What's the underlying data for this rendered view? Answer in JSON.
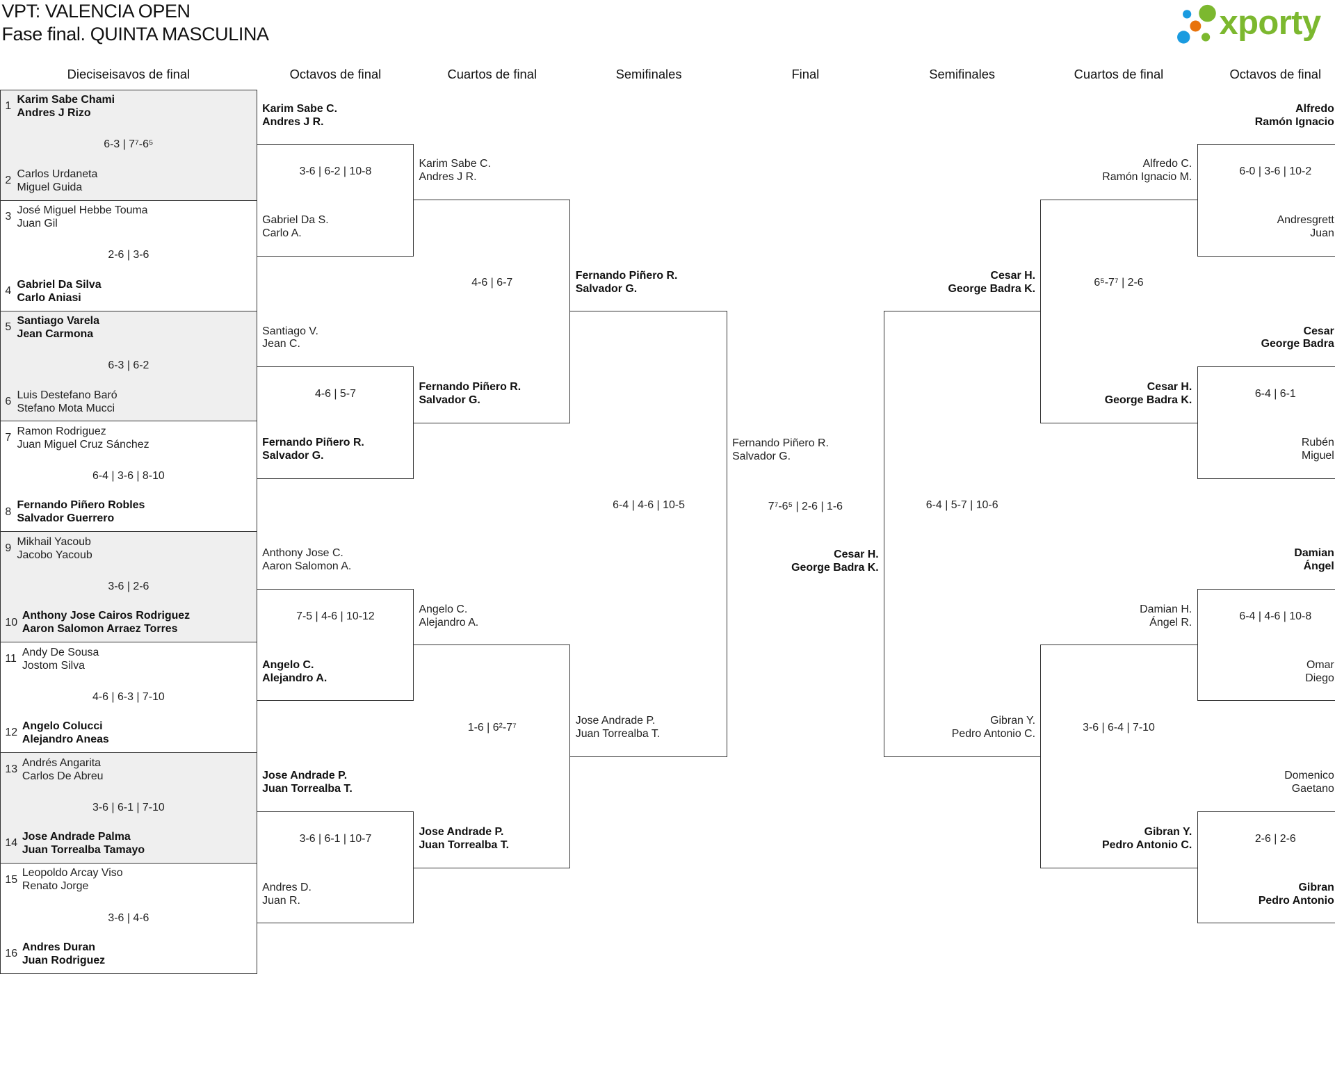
{
  "header": {
    "title": "VPT: VALENCIA OPEN",
    "subtitle": "Fase final. QUINTA MASCULINA",
    "logo_text": "xporty"
  },
  "colors": {
    "logo_green": "#7cb82f",
    "logo_blue": "#1a9be0",
    "logo_orange": "#e8730c",
    "row_gray": "#efefef",
    "line": "#333333"
  },
  "round_headers": [
    "Dieciseisavos de final",
    "Octavos de final",
    "Cuartos de final",
    "Semifinales",
    "Final",
    "Semifinales",
    "Cuartos de final",
    "Octavos de final"
  ],
  "r1": [
    {
      "top": {
        "seed": "1",
        "names": [
          "Karim Sabe Chami",
          "Andres J Rizo"
        ],
        "winner": true
      },
      "bottom": {
        "seed": "2",
        "names": [
          "Carlos Urdaneta",
          "Miguel Guida"
        ],
        "winner": false
      },
      "score": "6-3 | 7⁷-6⁵"
    },
    {
      "top": {
        "seed": "3",
        "names": [
          "José Miguel Hebbe Touma",
          "Juan Gil"
        ],
        "winner": false
      },
      "bottom": {
        "seed": "4",
        "names": [
          "Gabriel Da Silva",
          "Carlo Aniasi"
        ],
        "winner": true
      },
      "score": "2-6 | 3-6"
    },
    {
      "top": {
        "seed": "5",
        "names": [
          "Santiago Varela",
          "Jean Carmona"
        ],
        "winner": true
      },
      "bottom": {
        "seed": "6",
        "names": [
          "Luis Destefano Baró",
          "Stefano Mota Mucci"
        ],
        "winner": false
      },
      "score": "6-3 | 6-2"
    },
    {
      "top": {
        "seed": "7",
        "names": [
          "Ramon Rodriguez",
          "Juan Miguel Cruz Sánchez"
        ],
        "winner": false
      },
      "bottom": {
        "seed": "8",
        "names": [
          "Fernando Piñero Robles",
          "Salvador Guerrero"
        ],
        "winner": true
      },
      "score": "6-4 | 3-6 | 8-10"
    },
    {
      "top": {
        "seed": "9",
        "names": [
          "Mikhail Yacoub",
          "Jacobo Yacoub"
        ],
        "winner": false
      },
      "bottom": {
        "seed": "10",
        "names": [
          "Anthony Jose Cairos Rodriguez",
          "Aaron Salomon Arraez Torres"
        ],
        "winner": true
      },
      "score": "3-6 | 2-6"
    },
    {
      "top": {
        "seed": "11",
        "names": [
          "Andy De Sousa",
          "Jostom Silva"
        ],
        "winner": false
      },
      "bottom": {
        "seed": "12",
        "names": [
          "Angelo Colucci",
          "Alejandro Aneas"
        ],
        "winner": true
      },
      "score": "4-6 | 6-3 | 7-10"
    },
    {
      "top": {
        "seed": "13",
        "names": [
          "Andrés Angarita",
          "Carlos De Abreu"
        ],
        "winner": false
      },
      "bottom": {
        "seed": "14",
        "names": [
          "Jose Andrade Palma",
          "Juan Torrealba Tamayo"
        ],
        "winner": true
      },
      "score": "3-6 | 6-1 | 7-10"
    },
    {
      "top": {
        "seed": "15",
        "names": [
          "Leopoldo Arcay Viso",
          "Renato Jorge"
        ],
        "winner": false
      },
      "bottom": {
        "seed": "16",
        "names": [
          "Andres Duran",
          "Juan Rodriguez"
        ],
        "winner": true
      },
      "score": "3-6 | 4-6"
    }
  ],
  "r2_left": [
    {
      "top": {
        "names": [
          "Karim Sabe C.",
          "Andres J R."
        ],
        "winner": true
      },
      "bottom": {
        "names": [
          "Gabriel Da S.",
          "Carlo A."
        ],
        "winner": false
      },
      "score": "3-6 | 6-2 | 10-8"
    },
    {
      "top": {
        "names": [
          "Santiago V.",
          "Jean C."
        ],
        "winner": false
      },
      "bottom": {
        "names": [
          "Fernando Piñero R.",
          "Salvador G."
        ],
        "winner": true
      },
      "score": "4-6 | 5-7"
    },
    {
      "top": {
        "names": [
          "Anthony Jose C.",
          "Aaron Salomon A."
        ],
        "winner": false
      },
      "bottom": {
        "names": [
          "Angelo C.",
          "Alejandro A."
        ],
        "winner": true
      },
      "score": "7-5 | 4-6 | 10-12"
    },
    {
      "top": {
        "names": [
          "Jose Andrade P.",
          "Juan Torrealba T."
        ],
        "winner": true
      },
      "bottom": {
        "names": [
          "Andres D.",
          "Juan R."
        ],
        "winner": false
      },
      "score": "3-6 | 6-1 | 10-7"
    }
  ],
  "r3_left": [
    {
      "top": {
        "names": [
          "Karim Sabe C.",
          "Andres J R."
        ],
        "winner": false
      },
      "bottom": {
        "names": [
          "Fernando Piñero R.",
          "Salvador G."
        ],
        "winner": true
      },
      "score": "4-6 | 6-7"
    },
    {
      "top": {
        "names": [
          "Angelo C.",
          "Alejandro A."
        ],
        "winner": false
      },
      "bottom": {
        "names": [
          "Jose Andrade P.",
          "Juan Torrealba T."
        ],
        "winner": true
      },
      "score": "1-6 | 6²-7⁷"
    }
  ],
  "r4_left": [
    {
      "top": {
        "names": [
          "Fernando Piñero R.",
          "Salvador G."
        ],
        "winner": true
      },
      "bottom": {
        "names": [
          "Jose Andrade P.",
          "Juan Torrealba T."
        ],
        "winner": false
      },
      "score": "6-4 | 4-6 | 10-5"
    }
  ],
  "final": {
    "top": {
      "names": [
        "Fernando Piñero R.",
        "Salvador G."
      ],
      "winner": false
    },
    "bottom": {
      "names": [
        "Cesar H.",
        "George Badra K."
      ],
      "winner": true
    },
    "score": "7⁷-6⁵ | 2-6 | 1-6"
  },
  "r4_right": [
    {
      "top": {
        "names": [
          "Cesar H.",
          "George Badra K."
        ],
        "winner": true
      },
      "bottom": {
        "names": [
          "Gibran Y.",
          "Pedro Antonio C."
        ],
        "winner": false
      },
      "score": "6-4 | 5-7 | 10-6"
    }
  ],
  "r3_right": [
    {
      "top": {
        "names": [
          "Alfredo C.",
          "Ramón Ignacio M."
        ],
        "winner": false
      },
      "bottom": {
        "names": [
          "Cesar H.",
          "George Badra K."
        ],
        "winner": true
      },
      "score": "6⁵-7⁷ | 2-6"
    },
    {
      "top": {
        "names": [
          "Damian H.",
          "Ángel R."
        ],
        "winner": false
      },
      "bottom": {
        "names": [
          "Gibran Y.",
          "Pedro Antonio C."
        ],
        "winner": true
      },
      "score": "3-6 | 6-4 | 7-10"
    }
  ],
  "r2_right": [
    {
      "top": {
        "names": [
          "Alfredo",
          "Ramón Ignacio"
        ],
        "winner": true
      },
      "bottom": {
        "names": [
          "Andresgrett",
          "Juan"
        ],
        "winner": false
      },
      "score": "6-0 | 3-6 | 10-2"
    },
    {
      "top": {
        "names": [
          "Cesar",
          "George Badra"
        ],
        "winner": true
      },
      "bottom": {
        "names": [
          "Rubén",
          "Miguel"
        ],
        "winner": false
      },
      "score": "6-4 | 6-1"
    },
    {
      "top": {
        "names": [
          "Damian",
          "Ángel"
        ],
        "winner": true
      },
      "bottom": {
        "names": [
          "Omar",
          "Diego"
        ],
        "winner": false
      },
      "score": "6-4 | 4-6 | 10-8"
    },
    {
      "top": {
        "names": [
          "Domenico",
          "Gaetano"
        ],
        "winner": false
      },
      "bottom": {
        "names": [
          "Gibran",
          "Pedro Antonio"
        ],
        "winner": true
      },
      "score": "2-6 | 2-6"
    }
  ]
}
